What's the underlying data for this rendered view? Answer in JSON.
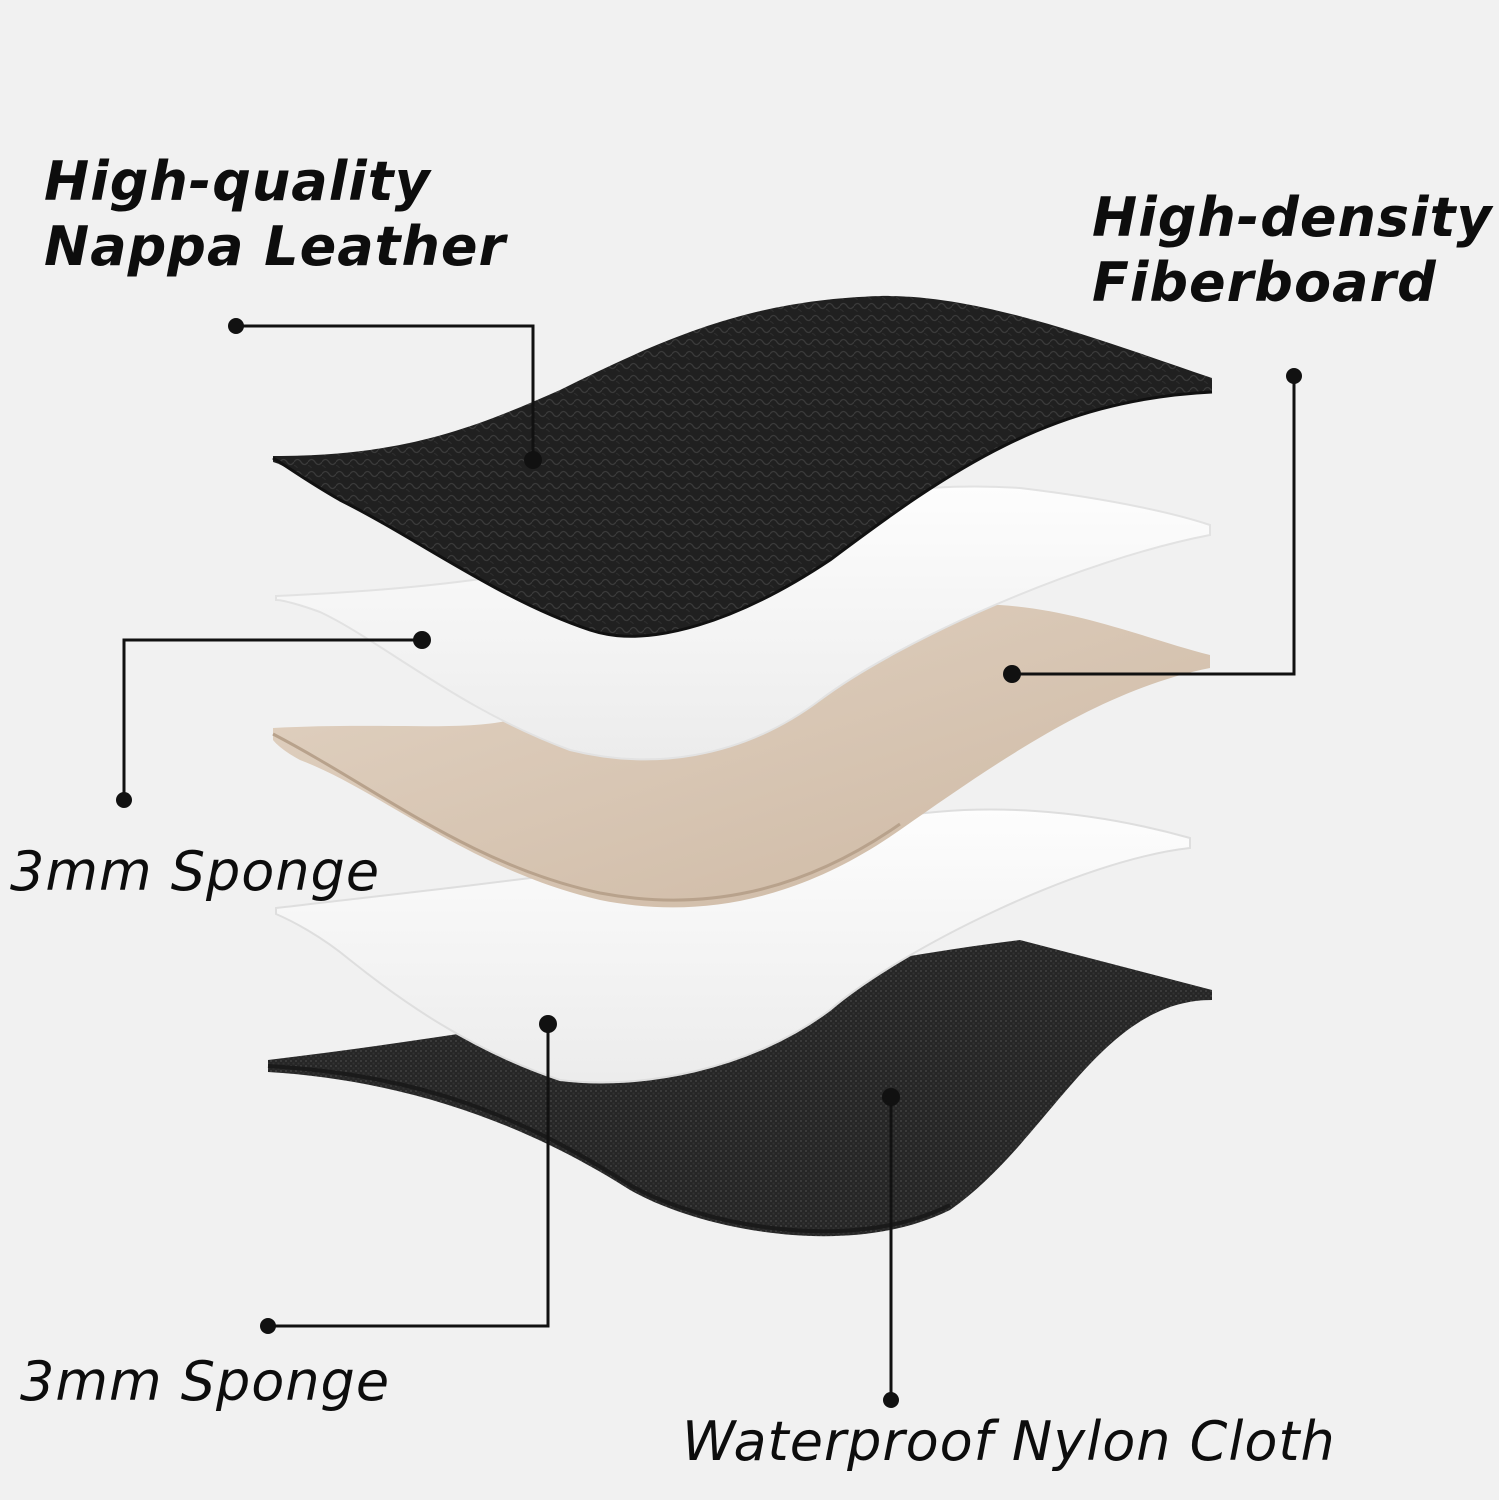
{
  "layers": [
    {
      "id": "leather",
      "name": "High-quality Nappa Leather",
      "lines": [
        "High-quality",
        "Nappa Leather"
      ],
      "color": "#1f1f1f"
    },
    {
      "id": "sponge_top",
      "name": "3mm Sponge",
      "lines": [
        "3mm Sponge"
      ],
      "color": "#f5f5f5"
    },
    {
      "id": "fiberboard",
      "name": "High-density Fiberboard",
      "lines": [
        "High-density",
        "Fiberboard"
      ],
      "color": "#d8c6b3"
    },
    {
      "id": "sponge_bottom",
      "name": "3mm Sponge",
      "lines": [
        "3mm Sponge"
      ],
      "color": "#f7f7f7"
    },
    {
      "id": "nylon",
      "name": "Waterproof Nylon Cloth",
      "lines": [
        "Waterproof Nylon Cloth"
      ],
      "color": "#262626"
    }
  ],
  "style": {
    "background": "#f1f1f1",
    "text_color": "#0d0d0d",
    "leader_color": "#111111"
  }
}
